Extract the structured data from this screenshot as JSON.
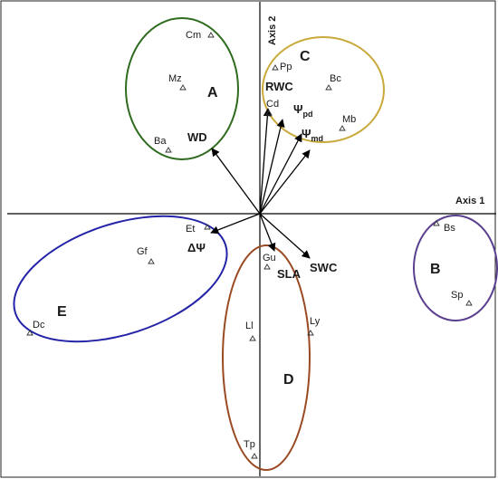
{
  "axes": {
    "axis1": "Axis 1",
    "axis2": "Axis 2"
  },
  "groups": [
    {
      "id": "A",
      "label": "A",
      "color": "#2e6b1e"
    },
    {
      "id": "B",
      "label": "B",
      "color": "#5a3f8f"
    },
    {
      "id": "C",
      "label": "C",
      "color": "#c9a93a"
    },
    {
      "id": "D",
      "label": "D",
      "color": "#9a4a22"
    },
    {
      "id": "E",
      "label": "E",
      "color": "#2323a8"
    }
  ],
  "species": [
    {
      "label": "Cm",
      "group": "A"
    },
    {
      "label": "Mz",
      "group": "A"
    },
    {
      "label": "Ba",
      "group": "A"
    },
    {
      "label": "Pp",
      "group": "C"
    },
    {
      "label": "Bc",
      "group": "C"
    },
    {
      "label": "Cd",
      "group": "C"
    },
    {
      "label": "Mb",
      "group": "C"
    },
    {
      "label": "Et",
      "group": "E"
    },
    {
      "label": "Gf",
      "group": "E"
    },
    {
      "label": "Dc",
      "group": "E"
    },
    {
      "label": "Bs",
      "group": "B"
    },
    {
      "label": "Sp",
      "group": "B"
    },
    {
      "label": "Gu",
      "group": "D"
    },
    {
      "label": "Ll",
      "group": "D"
    },
    {
      "label": "Ly",
      "group": "D"
    },
    {
      "label": "Tp",
      "group": "D"
    }
  ],
  "vectors": [
    {
      "label": "WD"
    },
    {
      "label": "RWC"
    },
    {
      "label": "Ψ",
      "sub": "pd"
    },
    {
      "label": "Ψ",
      "sub": "md"
    },
    {
      "label": "ΔΨ"
    },
    {
      "label": "SLA"
    },
    {
      "label": "SWC"
    }
  ],
  "colors": {
    "axis": "#000000",
    "arrow": "#000000",
    "frame": "#222222"
  }
}
